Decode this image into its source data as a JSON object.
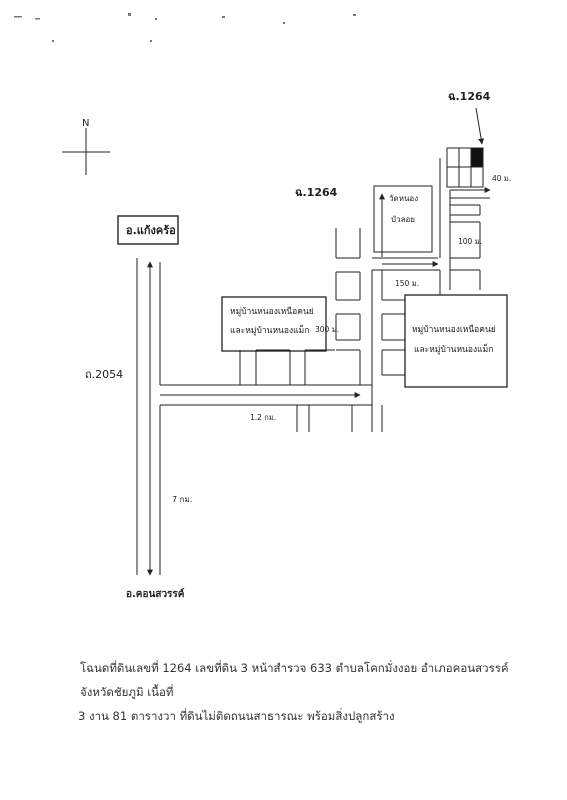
{
  "map": {
    "compass": "N",
    "roads": {
      "r1264_top": "ฉ.1264",
      "r1264_mid": "ฉ.1264",
      "r2054": "ถ.2054"
    },
    "districts": {
      "top": "อ.แก้งคร้อ",
      "bottom": "อ.คอนสวรรค์"
    },
    "places": {
      "temple": [
        "วัดหนอง",
        "บัวลอย"
      ],
      "village_left": [
        "หมู่บ้านหนองเหนือคนย่",
        "และหมู่บ้านหนองแม็ก"
      ],
      "village_right": [
        "หมู่บ้านหนองเหนือคนย่",
        "และหมู่บ้านหนองแม็ก"
      ]
    },
    "distances": {
      "d40": "40 ม.",
      "d100": "100 ม.",
      "d150": "150 ม.",
      "d300": "300 ม.",
      "d1_2km": "1.2 กม.",
      "d7km": "7 กม."
    }
  },
  "description": {
    "line1": "โฉนดที่ดินเลขที่ 1264 เลขที่ดิน 3 หน้าสำรวจ 633 ตำบลโคกมั่งงอย อำเภอคอนสวรรค์ จังหวัดชัยภูมิ เนื้อที่",
    "line2": "3 งาน 81 ตารางวา ที่ดินไม่ติดถนนสาธารณะ พร้อมสิ่งปลูกสร้าง"
  }
}
